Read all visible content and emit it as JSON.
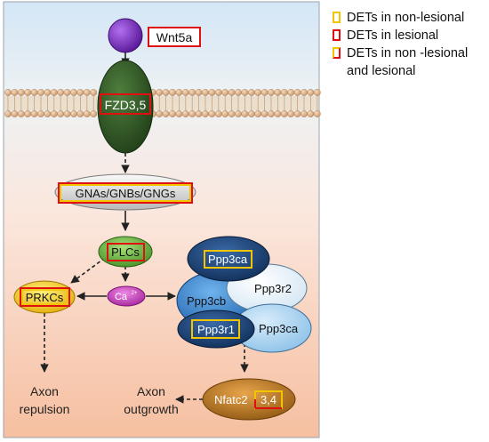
{
  "legend": {
    "items": [
      {
        "label": "DETs in non-lesional",
        "color": "#f2c500"
      },
      {
        "label": "DETs in lesional",
        "color": "#e01010"
      },
      {
        "label": "DETs in non -lesional",
        "label_line2": "and lesional"
      }
    ]
  },
  "nodes": {
    "wnt5a": "Wnt5a",
    "fzd": "FZD3,5",
    "gnas": "GNAs/GNBs/GNGs",
    "plcs": "PLCs",
    "ca": "Ca",
    "ca_superscript": "2+",
    "prkcs": "PRKCs",
    "ppp3ca_top": "Ppp3ca",
    "ppp3cb": "Ppp3cb",
    "ppp3r2": "Ppp3r2",
    "ppp3r1": "Ppp3r1",
    "ppp3ca_bottom": "Ppp3ca",
    "nfatc2": "Nfatc2",
    "nfatc2_suffix": "3,4"
  },
  "outcomes": {
    "repulsion_line1": "Axon",
    "repulsion_line2": "repulsion",
    "outgrowth_line1": "Axon",
    "outgrowth_line2": "outgrowth"
  },
  "colors": {
    "yellow_box": "#f2c500",
    "red_box": "#e01010",
    "membrane": "#d9b083",
    "fzd_fill": "#2f5624",
    "wnt_fill": "#7d2bc0",
    "plc_fill": "#4da82a",
    "prkc_fill": "#f4c81a",
    "ca_fill": "#c23ab8",
    "nfatc_fill": "#b87318"
  }
}
